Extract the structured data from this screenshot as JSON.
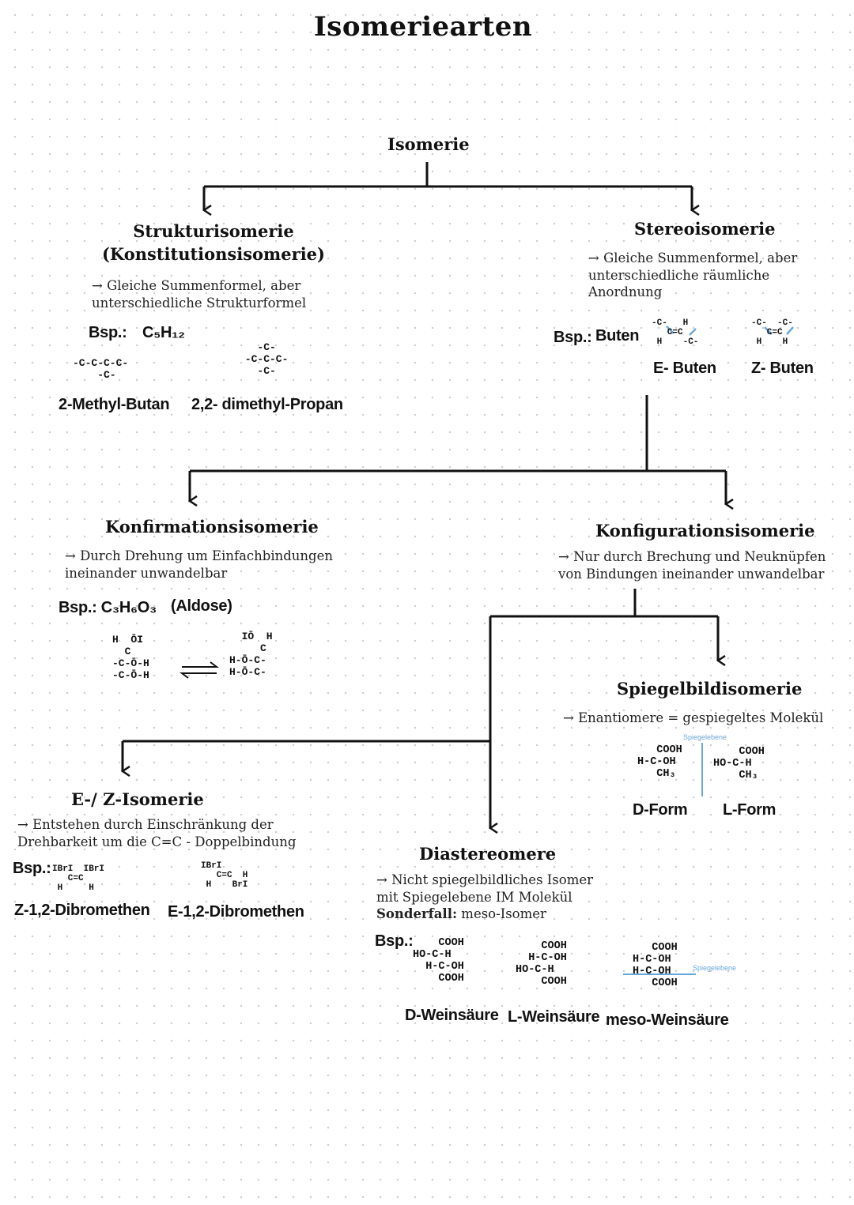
{
  "title": "Isomeriearten",
  "root": "Isomerie",
  "struktur": {
    "heading_line1": "Strukturisomerie",
    "heading_line2": "(Konstitutionsisomerie)",
    "desc_line1": "→ Gleiche Summenformel, aber",
    "desc_line2": "unterschiedliche Strukturformel",
    "example_label": "Bsp.:",
    "example_formula": "C₅H₁₂",
    "mol1_name": "2-Methyl-Butan",
    "mol2_name": "2,2- dimethyl-Propan"
  },
  "stereo": {
    "heading": "Stereoisomerie",
    "desc_line1": "→ Gleiche Summenformel, aber",
    "desc_line2": "unterschiedliche räumliche",
    "desc_line3": "Anordnung",
    "example_label": "Bsp.:",
    "example_name": "Buten",
    "mol1_name": "E- Buten",
    "mol2_name": "Z- Buten"
  },
  "konfirmation": {
    "heading": "Konfirmationsisomerie",
    "desc_line1": "→ Durch Drehung um Einfachbindungen",
    "desc_line2": "ineinander unwandelbar",
    "example": "Bsp.: C₃H₆O₃",
    "example_note": "(Aldose)"
  },
  "konfiguration": {
    "heading": "Konfigurationsisomerie",
    "desc_line1": "→ Nur durch Brechung und Neuknüpfen",
    "desc_line2": "von Bindungen ineinander unwandelbar"
  },
  "spiegel": {
    "heading": "Spiegelbildisomerie",
    "desc": "→ Enantiomere = gespiegeltes Molekül",
    "mirror_note": "Spiegelebene",
    "mol1_name": "D-Form",
    "mol2_name": "L-Form"
  },
  "ez": {
    "heading": "E-/ Z-Isomerie",
    "desc_line1": "→ Entstehen durch Einschränkung der",
    "desc_line2": "Drehbarkeit um die C=C - Doppelbindung",
    "example_label": "Bsp.:",
    "mol1_name": "Z-1,2-Dibromethen",
    "mol2_name": "E-1,2-Dibromethen"
  },
  "dia": {
    "heading": "Diastereomere",
    "desc_line1": "→ Nicht spiegelbildliches Isomer",
    "desc_line2": "mit Spiegelebene IM Molekül",
    "special_label": "Sonderfall:",
    "special_text": " meso-Isomer",
    "example_label": "Bsp.:",
    "mirror_note": "Spiegelebene",
    "mol1_name": "D-Weinsäure",
    "mol2_name": "L-Weinsäure",
    "mol3_name": "meso-Weinsäure"
  },
  "colors": {
    "ink": "#111111",
    "mirror_blue": "#6aa8d8",
    "dot_grid": "#cfcfcf"
  }
}
